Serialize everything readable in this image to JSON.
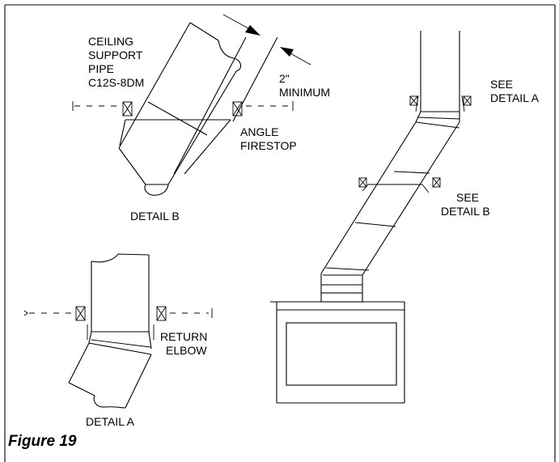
{
  "labels": {
    "ceiling_support_pipe": [
      "CEILING",
      "SUPPORT",
      "PIPE",
      "C12S-8DM"
    ],
    "minimum": [
      "2\"",
      "MINIMUM"
    ],
    "angle_firestop": [
      "ANGLE",
      "FIRESTOP"
    ],
    "detail_b_caption": "DETAIL B",
    "see_detail_a": [
      "SEE",
      "DETAIL A"
    ],
    "see_detail_b": [
      "SEE",
      "DETAIL B"
    ],
    "return_elbow": [
      "RETURN",
      "ELBOW"
    ],
    "detail_a_caption": "DETAIL A",
    "figure_title": "Figure 19"
  }
}
